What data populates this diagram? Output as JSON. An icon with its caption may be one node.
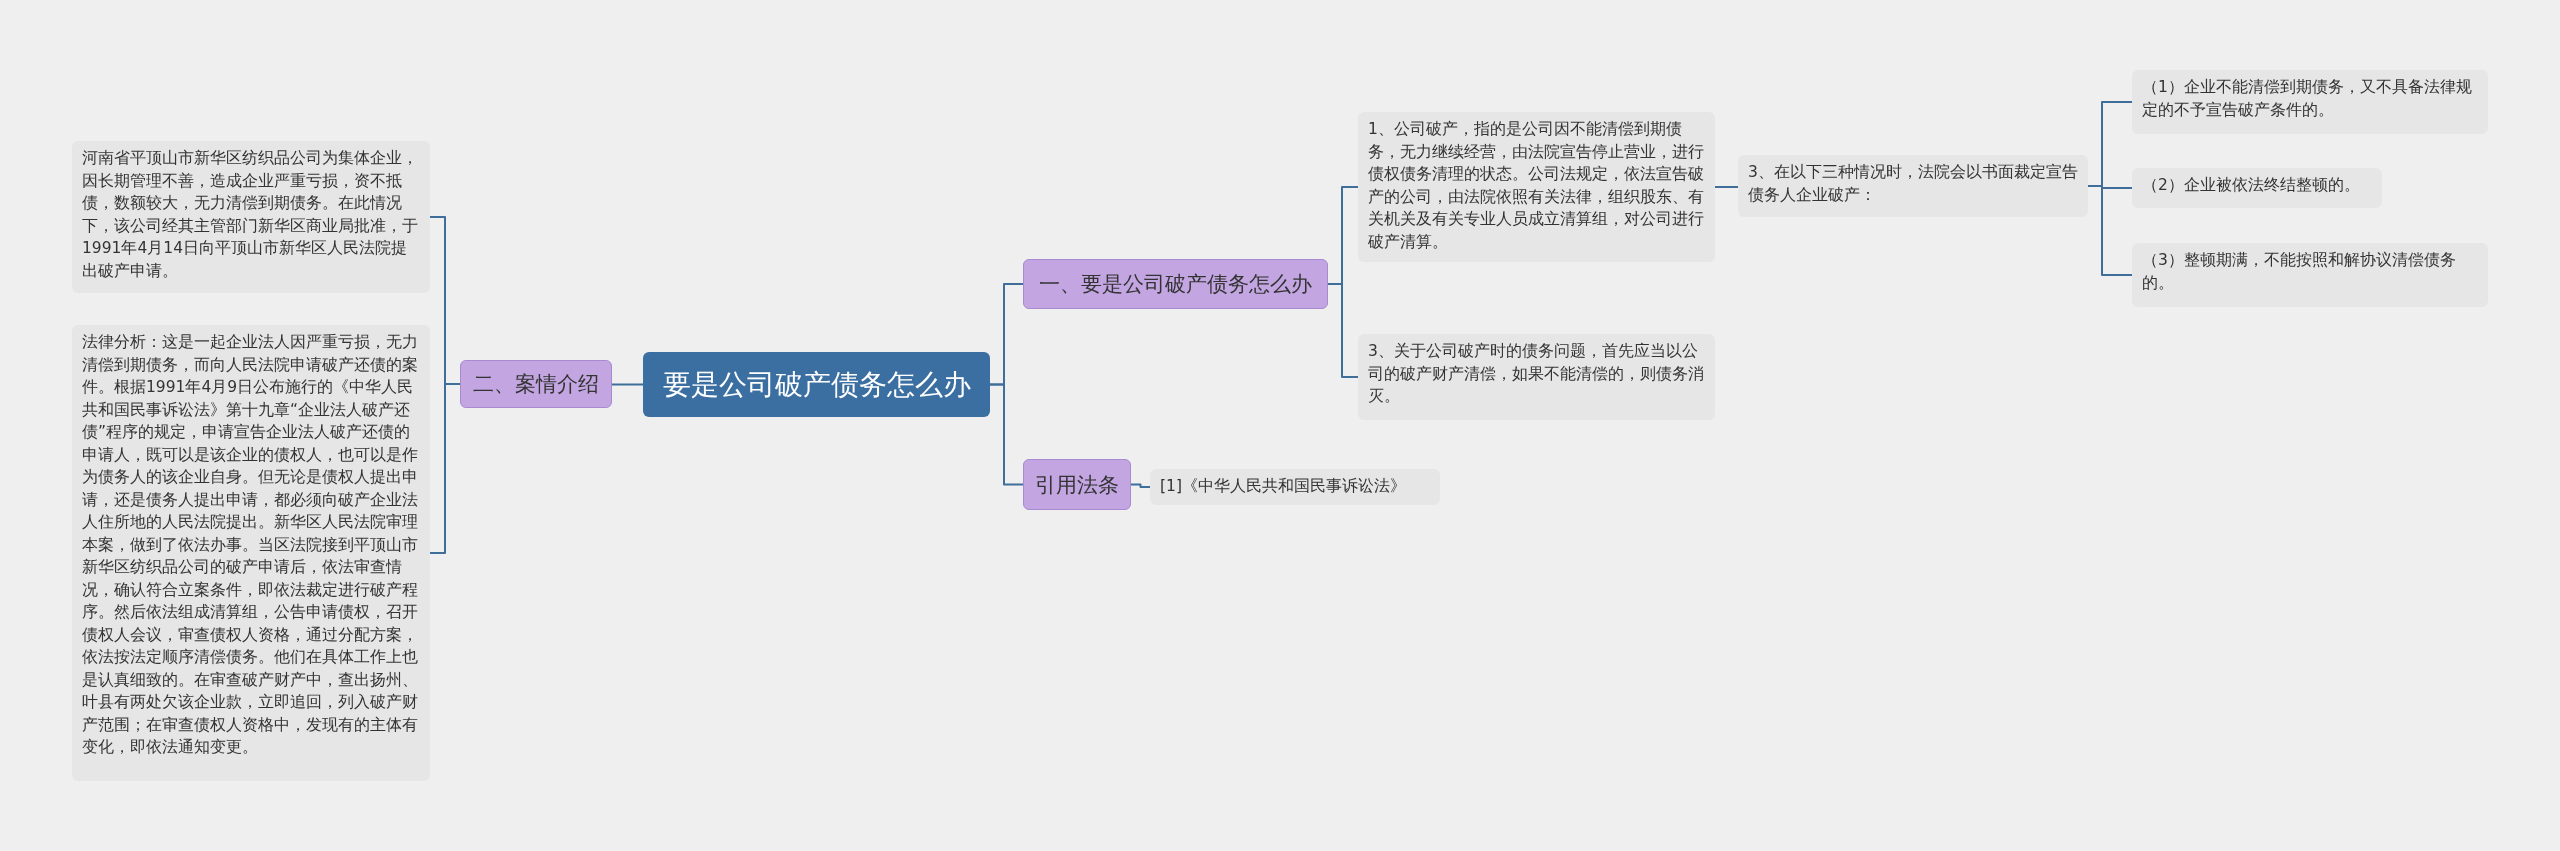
{
  "diagram": {
    "nodes": [
      {
        "text": [
          "要是公司破产债务怎么办"
        ]
      },
      {
        "text": [
          "一、要是公司破产债务怎么办"
        ]
      },
      {
        "text": [
          "1、公司破产，指的是公司因不能清偿到期债务，无力继续经营，由法院宣告停止营业，进行债权债务清理的状态。公司法规定，依法宣告破产的公司，由法院依照有关法律，组织股东、有关机关及有关专业人员成立清算组，对公司进行破产清算。"
        ]
      },
      {
        "text": [
          "3、在以下三种情况时，法院会以书面裁定宣告债务人企业破产："
        ]
      },
      {
        "text": [
          "（1）企业不能清偿到期债务，又不具备法律规定的不予宣告破产条件的。"
        ]
      },
      {
        "text": [
          "（2）企业被依法终结整顿的。"
        ]
      },
      {
        "text": [
          "（3）整顿期满，不能按照和解协议清偿债务的。"
        ]
      },
      {
        "text": [
          "3、关于公司破产时的债务问题，首先应当以公司的破产财产清偿，如果不能清偿的，则债务消灭。"
        ]
      },
      {
        "text": [
          "引用法条"
        ]
      },
      {
        "text": [
          "[1]《中华人民共和国民事诉讼法》"
        ]
      },
      {
        "text": [
          "二、案情介绍"
        ]
      },
      {
        "text": [
          "河南省平顶山市新华区纺织品公司为集体企业，因长期管理不善，造成企业严重亏损，资不抵债，数额较大，无力清偿到期债务。在此情况下，该公司经其主管部门新华区商业局批准，于1991年4月14日向平顶山市新华区人民法院提出破产申请。"
        ]
      },
      {
        "text": [
          "法律分析：这是一起企业法人因严重亏损，无力清偿到期债务，而向人民法院申请破产还债的案件。根据1991年4月9日公布施行的《中华人民共和国民事诉讼法》第十九章“企业法人破产还债”程序的规定，申请宣告企业法人破产还债的申请人，既可以是该企业的债权人，也可以是作为债务人的该企业自身。但无论是债权人提出申请，还是债务人提出申请，都必须向破产企业法人住所地的人民法院提出。新华区人民法院审理本案，做到了依法办事。当区法院接到平顶山市新华区纺织品公司的破产申请后，依法审查情况，确认符合立案条件，即依法裁定进行破产程序。然后依法组成清算组，公告申请债权，召开债权人会议，审查债权人资格，通过分配方案，依法按法定顺序清偿债务。他们在具体工作上也是认真细致的。在审查破产财产中，查出扬州、叶县有两处欠该企业款，立即追回，列入破产财产范围；在审查债权人资格中，发现有的主体有变化，即依法通知变更。"
        ]
      }
    ],
    "edges": [
      {
        "from": 0,
        "to": 1,
        "arrow": "none"
      },
      {
        "from": 1,
        "to": 2,
        "arrow": "none"
      },
      {
        "from": 2,
        "to": 3,
        "arrow": "none"
      },
      {
        "from": 3,
        "to": 4,
        "arrow": "none"
      },
      {
        "from": 3,
        "to": 5,
        "arrow": "none"
      },
      {
        "from": 3,
        "to": 6,
        "arrow": "none"
      },
      {
        "from": 1,
        "to": 7,
        "arrow": "none"
      },
      {
        "from": 0,
        "to": 8,
        "arrow": "none"
      },
      {
        "from": 8,
        "to": 9,
        "arrow": "none"
      },
      {
        "from": 0,
        "to": 10,
        "arrow": "none"
      },
      {
        "from": 10,
        "to": 11,
        "arrow": "none"
      },
      {
        "from": 10,
        "to": 12,
        "arrow": "none"
      }
    ]
  }
}
